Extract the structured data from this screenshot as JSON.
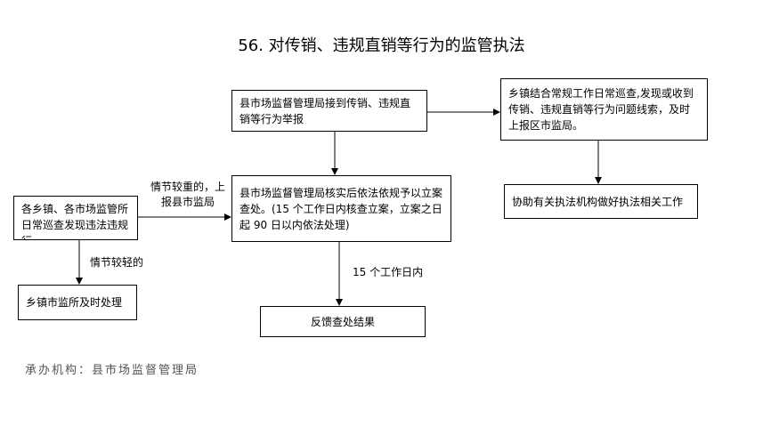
{
  "title": "56. 对传销、违规直销等行为的监管执法",
  "nodes": {
    "report": "县市场监督管理局接到传销、违规直销等行为举报",
    "town_inspection": "乡镇结合常规工作日常巡查,发现或收到传销、违规直销等行为问题线索，及时上报区市监局。",
    "assist": "协助有关执法机构做好执法相关工作",
    "verify": "县市场监督管理局核实后依法依规予以立案查处。(15 个工作日内核查立案，立案之日起 90 日以内依法处理)",
    "patrol": "各乡镇、各市场监管所日常巡查发现违法违规行…",
    "town_handle": "乡镇市监所及时处理",
    "feedback": "反馈查处结果"
  },
  "edge_labels": {
    "serious": "情节较重的，上报县市监局",
    "minor": "情节较轻的",
    "days15": "15 个工作日内"
  },
  "footer": "承办机构：县市场监督管理局"
}
